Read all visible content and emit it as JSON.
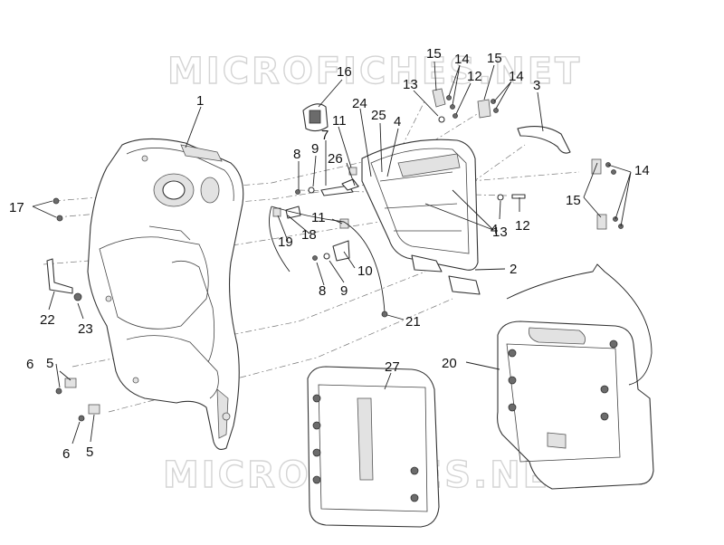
{
  "watermark": {
    "text": "MICROFICHES.NET"
  },
  "callouts": [
    {
      "id": "c1",
      "label": "1"
    },
    {
      "id": "c2",
      "label": "2"
    },
    {
      "id": "c3",
      "label": "3"
    },
    {
      "id": "c4a",
      "label": "4"
    },
    {
      "id": "c4b",
      "label": "4"
    },
    {
      "id": "c5a",
      "label": "5"
    },
    {
      "id": "c5b",
      "label": "5"
    },
    {
      "id": "c6a",
      "label": "6"
    },
    {
      "id": "c6b",
      "label": "6"
    },
    {
      "id": "c7",
      "label": "7"
    },
    {
      "id": "c8a",
      "label": "8"
    },
    {
      "id": "c8b",
      "label": "8"
    },
    {
      "id": "c9a",
      "label": "9"
    },
    {
      "id": "c9b",
      "label": "9"
    },
    {
      "id": "c10",
      "label": "10"
    },
    {
      "id": "c11a",
      "label": "11"
    },
    {
      "id": "c11b",
      "label": "11"
    },
    {
      "id": "c12a",
      "label": "12"
    },
    {
      "id": "c12b",
      "label": "12"
    },
    {
      "id": "c13a",
      "label": "13"
    },
    {
      "id": "c13b",
      "label": "13"
    },
    {
      "id": "c14a",
      "label": "14"
    },
    {
      "id": "c14b",
      "label": "14"
    },
    {
      "id": "c14c",
      "label": "14"
    },
    {
      "id": "c15a",
      "label": "15"
    },
    {
      "id": "c15b",
      "label": "15"
    },
    {
      "id": "c15c",
      "label": "15"
    },
    {
      "id": "c16",
      "label": "16"
    },
    {
      "id": "c17",
      "label": "17"
    },
    {
      "id": "c18",
      "label": "18"
    },
    {
      "id": "c19",
      "label": "19"
    },
    {
      "id": "c20",
      "label": "20"
    },
    {
      "id": "c21",
      "label": "21"
    },
    {
      "id": "c22",
      "label": "22"
    },
    {
      "id": "c23",
      "label": "23"
    },
    {
      "id": "c24",
      "label": "24"
    },
    {
      "id": "c25",
      "label": "25"
    },
    {
      "id": "c26",
      "label": "26"
    },
    {
      "id": "c27",
      "label": "27"
    }
  ]
}
